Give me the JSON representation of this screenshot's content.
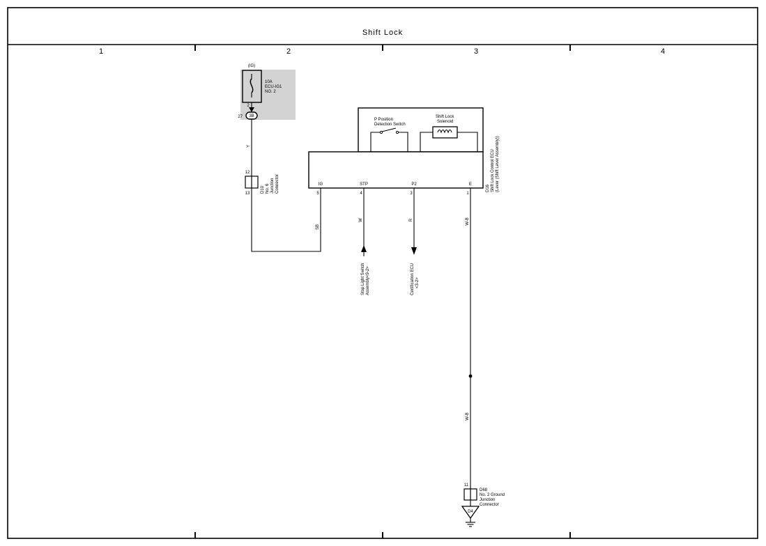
{
  "title": "Shift Lock",
  "columns": [
    "1",
    "2",
    "3",
    "4"
  ],
  "fuse": {
    "source": "(IG)",
    "rating": "10A",
    "name_line1": "ECU-IG1",
    "name_line2": "NO. 2",
    "pin_top": "2",
    "pin_bottom": "27",
    "connector_code": "3B",
    "shade_color": "#d3d3d3"
  },
  "junction_d10": {
    "code": "D10",
    "name_line1": "No. 6",
    "name_line2": "Junction",
    "name_line3": "Connector",
    "pin_in": "12",
    "pin_out": "13"
  },
  "ecu": {
    "code": "D16",
    "name_line1": "Shift Lock Control ECU",
    "name_line2": "(Lever (Shift Lever Assembly))",
    "switch_label_line1": "P Position",
    "switch_label_line2": "Detection Switch",
    "solenoid_label_line1": "Shift Lock",
    "solenoid_label_line2": "Solenoid",
    "terminals": [
      {
        "name": "IG",
        "pin": "5"
      },
      {
        "name": "STP",
        "pin": "4"
      },
      {
        "name": "P2",
        "pin": "3"
      },
      {
        "name": "E",
        "pin": "1"
      }
    ]
  },
  "wires": {
    "y": "Y",
    "sb": "SB",
    "w": "W",
    "r": "R",
    "wb_upper": "W-B",
    "wb_lower": "W-B"
  },
  "destinations": {
    "stop_line1": "Stop Light Switch",
    "stop_line2": "Assembly<9-2>",
    "cert_line1": "Certification ECU",
    "cert_line2": "<3-2>"
  },
  "ground_junction": {
    "code": "D68",
    "name_line1": "No. 2 Ground",
    "name_line2": "Junction",
    "name_line3": "Connector",
    "pin": "11",
    "ground_code": "D4"
  }
}
